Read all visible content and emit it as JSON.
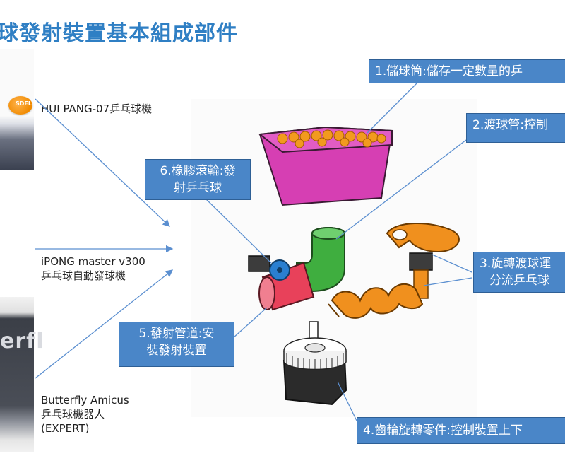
{
  "slide": {
    "title": "球發射裝置基本組成部件"
  },
  "machines": [
    {
      "lines": [
        "HUI PANG-07乒乓球機"
      ]
    },
    {
      "lines": [
        "iPONG master v300",
        "乒乓球自動發球機"
      ]
    },
    {
      "lines": [
        "Butterfly Amicus",
        "乒乓球機器人",
        "(EXPERT)"
      ]
    }
  ],
  "photos": {
    "ball_mark": "SDEL",
    "butterfly_fragment": "erfl"
  },
  "callouts": [
    {
      "id": "1",
      "lines": [
        "1.儲球筒:儲存一定數量的乒"
      ]
    },
    {
      "id": "2",
      "lines": [
        "2.渡球管:控制"
      ]
    },
    {
      "id": "3",
      "lines": [
        "3.旋轉渡球運",
        "分流乒乓球"
      ]
    },
    {
      "id": "4",
      "lines": [
        "4.齒輪旋轉零件:控制裝置上下"
      ]
    },
    {
      "id": "5",
      "lines": [
        "5.發射管道:安",
        "裝發射裝置"
      ]
    },
    {
      "id": "6",
      "lines": [
        "6.橡膠滾輪:發",
        "射乒乓球"
      ]
    }
  ],
  "colors": {
    "title": "#2f7fc4",
    "callout_fill": "#4a86c8",
    "connector": "#5b8fd0",
    "bin": "#d63fb3",
    "balls": "#f29a1e",
    "tube_green": "#3fae3f",
    "tube_red": "#e8415a",
    "roller": "#2a7fd0",
    "auger": "#f0901e",
    "gear_base": "#2b2b2b"
  }
}
